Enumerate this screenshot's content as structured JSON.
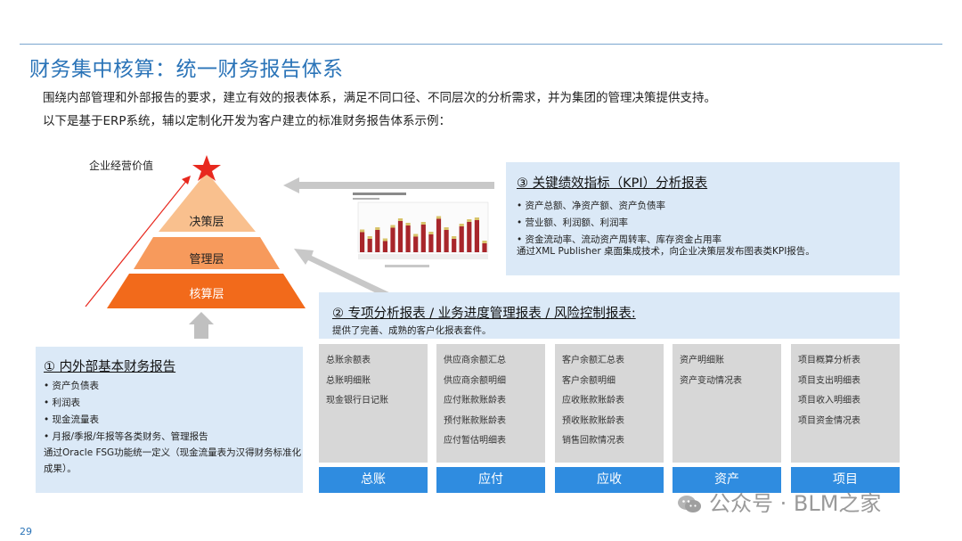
{
  "title": "财务集中核算：统一财务报告体系",
  "intro": [
    "围绕内部管理和外部报告的要求，建立有效的报表体系，满足不同口径、不同层次的分析需求，并为集团的管理决策提供支持。",
    "以下是基于ERP系统，辅以定制化开发为客户建立的标准财务报告体系示例："
  ],
  "pyramid": {
    "caption": "企业经营价值",
    "levels": [
      "决策层",
      "管理层",
      "核算层"
    ]
  },
  "kpi": {
    "title": "③ 关键绩效指标（KPI）分析报表",
    "items": [
      "资产总额、净资产额、资产负债率",
      "营业额、利润额、利润率",
      "资金流动率、流动资产周转率、库存资金占用率"
    ],
    "note": "通过XML Publisher 桌面集成技术，向企业决策层发布图表类KPI报告。"
  },
  "section2": {
    "title": "② 专项分析报表 / 业务进度管理报表 / 风险控制报表:",
    "subtitle": "提供了完善、成熟的客户化报表套件。"
  },
  "columns": [
    {
      "items": [
        "总账余额表",
        "总账明细账",
        "现金银行日记账"
      ],
      "label": "总账"
    },
    {
      "items": [
        "供应商余额汇总",
        "供应商余额明细",
        "应付账款账龄表",
        "预付账款账龄表",
        "应付暂估明细表"
      ],
      "label": "应付"
    },
    {
      "items": [
        "客户余额汇总表",
        "客户余额明细",
        "应收账款账龄表",
        "预收账款账龄表",
        "销售回款情况表"
      ],
      "label": "应收"
    },
    {
      "items": [
        "资产明细账",
        "资产变动情况表"
      ],
      "label": "资产"
    },
    {
      "items": [
        "项目概算分析表",
        "项目支出明细表",
        "项目收入明细表",
        "项目资金情况表"
      ],
      "label": "项目"
    }
  ],
  "section1": {
    "title": "① 内外部基本财务报告",
    "items": [
      "资产负债表",
      "利润表",
      "现金流量表",
      "月报/季报/年报等各类财务、管理报告"
    ],
    "note": "通过Oracle FSG功能统一定义（现金流量表为汉得财务标准化成果）。"
  },
  "watermark": "公众号 · BLM之家",
  "page_number": "29",
  "colors": {
    "title": "#2b74b8",
    "box_bg": "#dbe9f7",
    "button": "#2f8ce0",
    "pyramid_top": "#f9c08e",
    "pyramid_mid": "#f79a5c",
    "pyramid_bottom": "#f26a1b",
    "star": "#e8281e"
  }
}
